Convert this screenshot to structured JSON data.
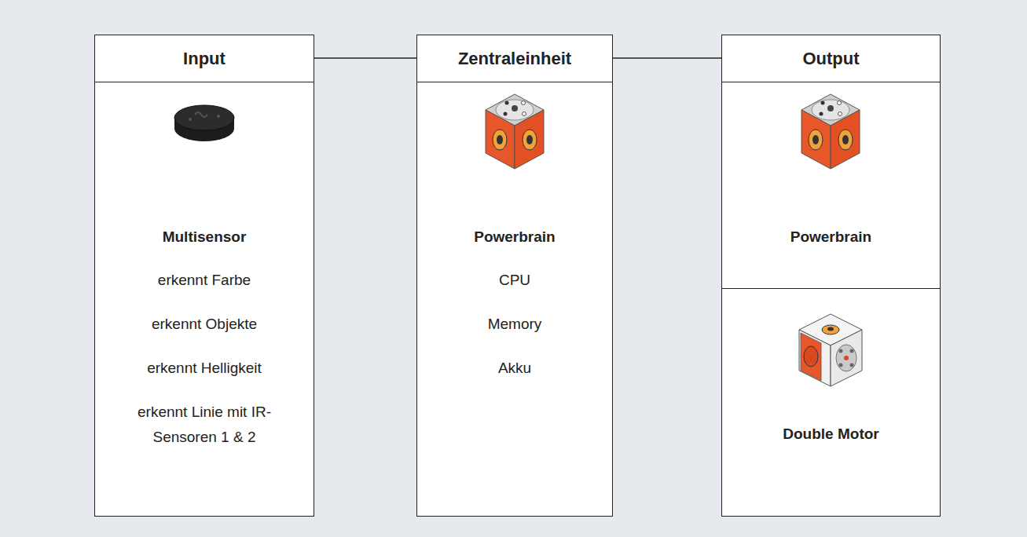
{
  "diagram": {
    "nodes": [
      {
        "text": [
          "Input",
          "Multisensor",
          "erkennt Farbe",
          "erkennt Objekte",
          "erkennt Helligkeit",
          "erkennt Linie mit IR-Sensoren 1 & 2"
        ]
      },
      {
        "text": [
          "Zentraleinheit",
          "Powerbrain",
          "CPU",
          "Memory",
          "Akku"
        ]
      },
      {
        "text": [
          "Output"
        ]
      },
      {
        "text": [
          "Powerbrain"
        ],
        "in": 2
      },
      {
        "text": [
          "Double Motor"
        ],
        "in": 2
      }
    ],
    "edges": [
      {
        "from": 0,
        "to": 1,
        "arrow": "none"
      },
      {
        "from": 1,
        "to": 2,
        "arrow": "none"
      }
    ]
  }
}
